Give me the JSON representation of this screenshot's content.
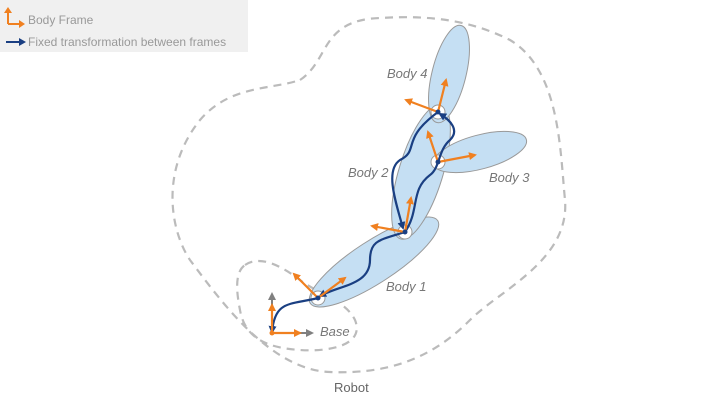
{
  "legend": {
    "body_frame": "Body Frame",
    "fixed_transformation": "Fixed transformation between frames"
  },
  "labels": {
    "base": "Base",
    "body1": "Body 1",
    "body2": "Body 2",
    "body3": "Body 3",
    "body4": "Body 4",
    "robot": "Robot"
  },
  "colors": {
    "frame_arrow": "#f08020",
    "transform_arrow": "#1a3f82",
    "body_fill": "#c5dff3",
    "outline": "#bbbbbb",
    "base_axis": "#808080"
  }
}
